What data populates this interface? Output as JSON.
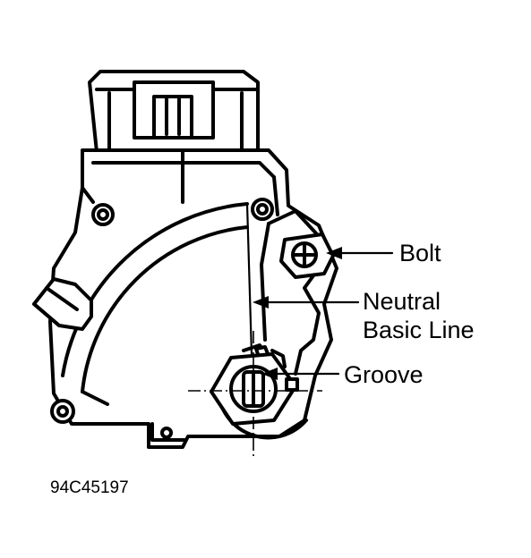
{
  "labels": {
    "bolt": "Bolt",
    "neutral_line_1": "Neutral",
    "neutral_line_2": "Basic Line",
    "groove": "Groove"
  },
  "figure_id": "94C45197"
}
